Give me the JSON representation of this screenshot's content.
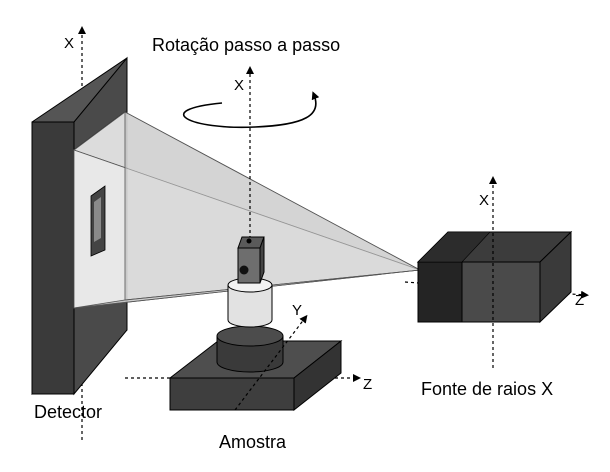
{
  "title": "Rotação passo a passo",
  "labels": {
    "detector": "Detector",
    "sample": "Amostra",
    "source": "Fonte de raios X"
  },
  "axes": {
    "detector_x": "X",
    "rotation_x": "X",
    "source_x": "X",
    "source_z": "Z",
    "stage_y": "Y",
    "stage_z": "Z"
  },
  "colors": {
    "detector_frame": "#3a3a3a",
    "detector_screen": "#eaeaea",
    "beam_cone": "#cfcfcf",
    "source_front": "#2a2a2a",
    "source_body": "#4a4a4a",
    "stage": "#454545"
  }
}
